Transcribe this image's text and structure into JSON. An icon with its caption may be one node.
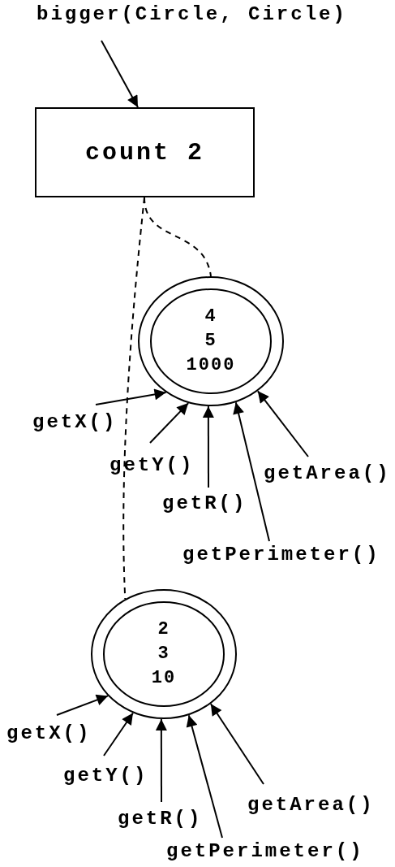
{
  "diagram": {
    "nodes": [
      {
        "text": [
          "bigger(Circle, Circle)"
        ]
      },
      {
        "text": [
          "count 2"
        ]
      },
      {
        "text": [
          "4",
          "5",
          "1000"
        ]
      },
      {
        "text": [
          "getX()"
        ]
      },
      {
        "text": [
          "getY()"
        ]
      },
      {
        "text": [
          "getArea()"
        ]
      },
      {
        "text": [
          "getR()"
        ]
      },
      {
        "text": [
          "getPerimeter()"
        ]
      },
      {
        "text": [
          "2",
          "3",
          "10"
        ]
      },
      {
        "text": [
          "getX()"
        ]
      },
      {
        "text": [
          "getY()"
        ]
      },
      {
        "text": [
          "getArea()"
        ]
      },
      {
        "text": [
          "getR()"
        ]
      },
      {
        "text": [
          "getPerimeter()"
        ]
      }
    ],
    "edges": [
      {
        "from": 0,
        "to": 1,
        "arrow": "to"
      },
      {
        "from": 1,
        "to": 2,
        "arrow": "none",
        "style": "dashed"
      },
      {
        "from": 1,
        "to": 8,
        "arrow": "none",
        "style": "dashed"
      },
      {
        "from": 3,
        "to": 2,
        "arrow": "to"
      },
      {
        "from": 4,
        "to": 2,
        "arrow": "to"
      },
      {
        "from": 6,
        "to": 2,
        "arrow": "to"
      },
      {
        "from": 7,
        "to": 2,
        "arrow": "to"
      },
      {
        "from": 5,
        "to": 2,
        "arrow": "to"
      },
      {
        "from": 9,
        "to": 8,
        "arrow": "to"
      },
      {
        "from": 10,
        "to": 8,
        "arrow": "to"
      },
      {
        "from": 12,
        "to": 8,
        "arrow": "to"
      },
      {
        "from": 13,
        "to": 8,
        "arrow": "to"
      },
      {
        "from": 11,
        "to": 8,
        "arrow": "to"
      }
    ]
  }
}
